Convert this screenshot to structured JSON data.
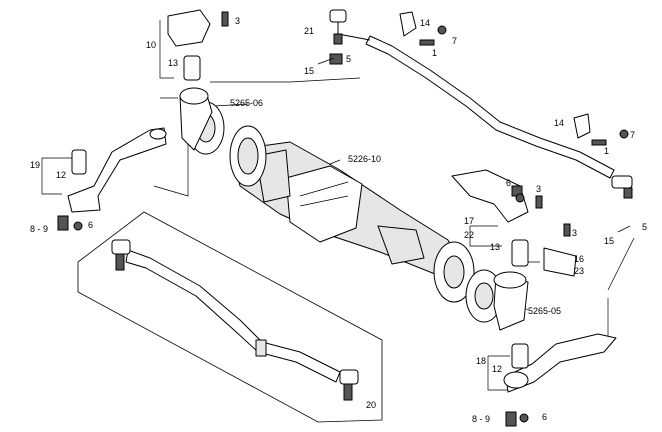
{
  "diagram": {
    "callouts": {
      "c3a": "3",
      "c10": "10",
      "c13a": "13",
      "c21": "21",
      "c14a": "14",
      "c7a": "7",
      "c1a": "1",
      "c15a": "15",
      "c5a": "5",
      "c5265_06": "5265-06",
      "c5226_10": "5226-10",
      "c19": "19",
      "c12a": "12",
      "c8_9a": "8 - 9",
      "c6a": "6",
      "c14b": "14",
      "c7b": "7",
      "c1b": "1",
      "c6b": "6",
      "c3b": "3",
      "c17": "17",
      "c22": "22",
      "c13b": "13",
      "c3c": "3",
      "c16": "16",
      "c23": "23",
      "c15b": "15",
      "c5b": "5",
      "c5265_05": "5265-05",
      "c18": "18",
      "c12b": "12",
      "c8_9b": "8 - 9",
      "c6c": "6",
      "c20": "20"
    }
  }
}
